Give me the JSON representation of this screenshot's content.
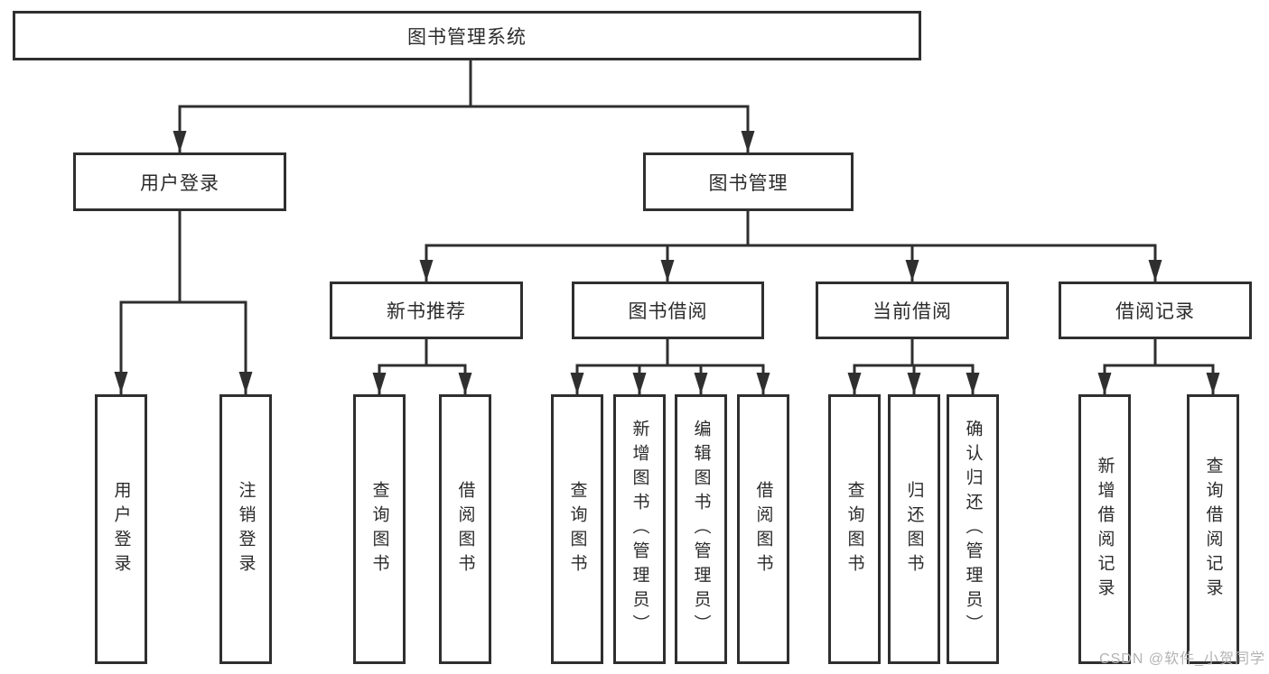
{
  "diagram": {
    "root": {
      "label": "图书管理系统"
    },
    "level2": [
      {
        "label": "用户登录"
      },
      {
        "label": "图书管理"
      }
    ],
    "level3": [
      {
        "label": "新书推荐"
      },
      {
        "label": "图书借阅"
      },
      {
        "label": "当前借阅"
      },
      {
        "label": "借阅记录"
      }
    ],
    "level4": [
      {
        "parent": "用户登录",
        "children": [
          {
            "label": "用户登录"
          },
          {
            "label": "注销登录"
          }
        ]
      },
      {
        "parent": "新书推荐",
        "children": [
          {
            "label": "查询图书"
          },
          {
            "label": "借阅图书"
          }
        ]
      },
      {
        "parent": "图书借阅",
        "children": [
          {
            "label": "查询图书"
          },
          {
            "label": "新增图书（管理员）"
          },
          {
            "label": "编辑图书（管理员）"
          },
          {
            "label": "借阅图书"
          }
        ]
      },
      {
        "parent": "当前借阅",
        "children": [
          {
            "label": "查询图书"
          },
          {
            "label": "归还图书"
          },
          {
            "label": "确认归还（管理员）"
          }
        ]
      },
      {
        "parent": "借阅记录",
        "children": [
          {
            "label": "新增借阅记录"
          },
          {
            "label": "查询借阅记录"
          }
        ]
      }
    ]
  },
  "watermark": {
    "text": "CSDN @软件_小贺同学"
  },
  "colors": {
    "line": "#2f2f2f",
    "text": "#2b2b2b",
    "watermark": "#b3b3b3",
    "background": "#ffffff"
  }
}
